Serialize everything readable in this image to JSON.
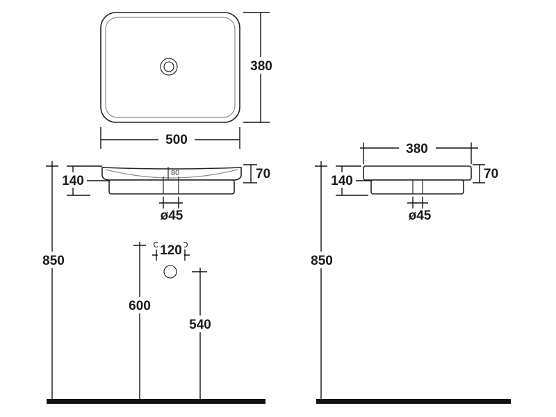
{
  "top_view": {
    "width_label": "500",
    "depth_label": "380"
  },
  "front_view": {
    "height_label": "140",
    "rim_label": "70",
    "inner_label": "80",
    "drain_label": "ø45"
  },
  "side_view": {
    "depth_label": "380",
    "height_label": "140",
    "rim_label": "70",
    "drain_label": "ø45"
  },
  "install_front": {
    "counter_height_label": "850",
    "tap_spacing_label": "120",
    "tap_height_label": "600",
    "drain_height_label": "540"
  },
  "install_side": {
    "counter_height_label": "850"
  },
  "colors": {
    "line": "#111111",
    "fill": "#ffffff",
    "floor": "#111111"
  }
}
